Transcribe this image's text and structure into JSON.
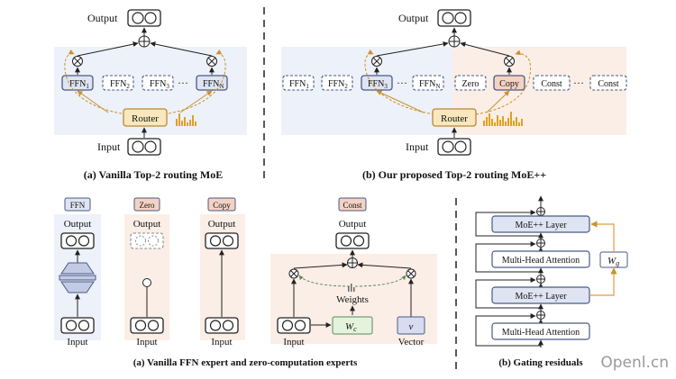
{
  "panel_a": {
    "output": "Output",
    "input": "Input",
    "router": "Router",
    "ffn1": "FFN",
    "ffn1_sub": "1",
    "ffn2": "FFN",
    "ffn2_sub": "2",
    "ffn3": "FFN",
    "ffn3_sub": "3",
    "ffnN": "FFN",
    "ffnN_sub": "N",
    "dots": "···",
    "caption": "(a) Vanilla Top-2 routing MoE"
  },
  "panel_b": {
    "output": "Output",
    "input": "Input",
    "router": "Router",
    "ffn1": "FFN",
    "ffn1_sub": "1",
    "ffn2": "FFN",
    "ffn2_sub": "2",
    "ffn3": "FFN",
    "ffn3_sub": "3",
    "ffnN": "FFN",
    "ffnN_sub": "N",
    "zero": "Zero",
    "copy": "Copy",
    "const1": "Const",
    "const2": "Const",
    "dots1": "···",
    "dots2": "···",
    "caption": "(b) Our proposed Top-2 routing MoE++"
  },
  "experts": {
    "ffn_tag": "FFN",
    "zero_tag": "Zero",
    "copy_tag": "Copy",
    "const_tag": "Const",
    "output": "Output",
    "input": "Input",
    "weights": "Weights",
    "wc": "W",
    "wc_sub": "c",
    "v": "v",
    "vector": "Vector",
    "caption": "(a) Vanilla FFN expert and zero-computation experts"
  },
  "gating": {
    "layer_top": "MoE++ Layer",
    "mha_top": "Multi-Head Attention",
    "layer_bottom": "MoE++ Layer",
    "mha_bottom": "Multi-Head Attention",
    "wg": "W",
    "wg_sub": "g",
    "caption": "(b) Gating residuals"
  },
  "watermark": "Openl.cn",
  "colors": {
    "ffn_fill": "#dfe4f2",
    "ffn_stroke": "#4a5a86",
    "router_fill": "#fbe7bd",
    "router_stroke": "#b8893a",
    "zero_copy_bg": "#fbeee6",
    "blue_bg": "#edf1f9",
    "weights_green": "#e5f2dc",
    "vector_fill": "#d7dcf0",
    "bar_gold": "#e0a020",
    "gate_orange": "#e29a40"
  }
}
